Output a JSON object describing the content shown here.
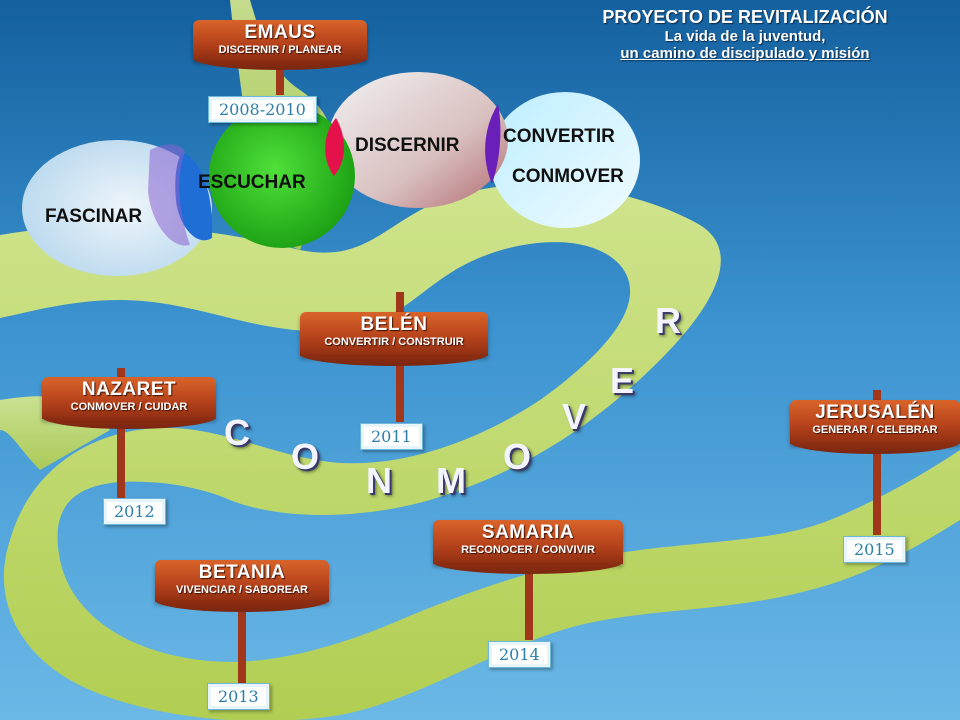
{
  "title": {
    "heading": "PROYECTO DE REVITALIZACIÓN",
    "line1": "La vida de la juventud,",
    "line2": "un camino de discipulado y misión"
  },
  "circles": [
    {
      "label": "FASCINAR"
    },
    {
      "label": "ESCUCHAR"
    },
    {
      "label": "DISCERNIR"
    },
    {
      "label": "CONVERTIR"
    },
    {
      "label": "CONMOVER"
    }
  ],
  "stations": [
    {
      "name": "EMAUS",
      "subtitle": "DISCERNIR / PLANEAR",
      "year": "2008-2010"
    },
    {
      "name": "BELÉN",
      "subtitle": "CONVERTIR / CONSTRUIR",
      "year": "2011"
    },
    {
      "name": "NAZARET",
      "subtitle": "CONMOVER / CUIDAR",
      "year": "2012"
    },
    {
      "name": "BETANIA",
      "subtitle": "VIVENCIAR / SABOREAR",
      "year": "2013"
    },
    {
      "name": "SAMARIA",
      "subtitle": "RECONOCER / CONVIVIR",
      "year": "2014"
    },
    {
      "name": "JERUSALÉN",
      "subtitle": "GENERAR / CELEBRAR",
      "year": "2015"
    }
  ],
  "path_letters": [
    "C",
    "O",
    "N",
    "M",
    "O",
    "V",
    "E",
    "R"
  ],
  "colors": {
    "background_top": "#1c6fb5",
    "background_bottom": "#5fb0e0",
    "path": "#c9dd6a",
    "sign": "#b8441c",
    "pole": "#a0361a"
  }
}
